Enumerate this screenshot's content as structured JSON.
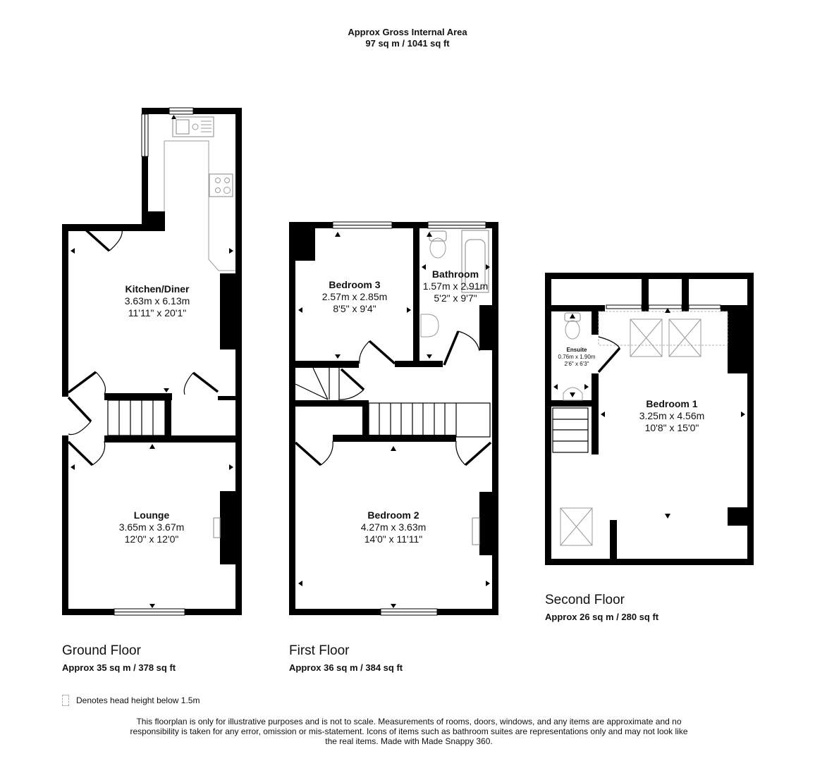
{
  "header": {
    "title": "Approx Gross Internal Area",
    "total_area": "97 sq m / 1041 sq ft"
  },
  "floors": [
    {
      "title": "Ground Floor",
      "area": "Approx 35 sq m / 378 sq ft",
      "rooms": [
        {
          "name": "Kitchen/Diner",
          "metric": "3.63m x 6.13m",
          "imperial": "11'11\" x 20'1\""
        },
        {
          "name": "Lounge",
          "metric": "3.65m x 3.67m",
          "imperial": "12'0\" x 12'0\""
        }
      ]
    },
    {
      "title": "First Floor",
      "area": "Approx 36 sq m / 384 sq ft",
      "rooms": [
        {
          "name": "Bedroom 3",
          "metric": "2.57m x 2.85m",
          "imperial": "8'5\" x 9'4\""
        },
        {
          "name": "Bathroom",
          "metric": "1.57m x 2.91m",
          "imperial": "5'2\" x 9'7\""
        },
        {
          "name": "Bedroom 2",
          "metric": "4.27m x 3.63m",
          "imperial": "14'0\" x 11'11\""
        }
      ]
    },
    {
      "title": "Second Floor",
      "area": "Approx 26 sq m / 280 sq ft",
      "rooms": [
        {
          "name": "Ensuite",
          "metric": "0.76m x 1.90m",
          "imperial": "2'6\" x 6'3\""
        },
        {
          "name": "Bedroom 1",
          "metric": "3.25m x 4.56m",
          "imperial": "10'8\" x 15'0\""
        }
      ]
    }
  ],
  "legend": {
    "icon": "dashed-box-icon",
    "text": "Denotes head height below 1.5m"
  },
  "disclaimer": "This floorplan is only for illustrative purposes and is not to scale. Measurements of rooms, doors, windows, and any items are approximate and no responsibility is taken for any error, omission or mis-statement. Icons of items such as bathroom suites are representations only and may not look like the real items. Made with Made Snappy 360."
}
